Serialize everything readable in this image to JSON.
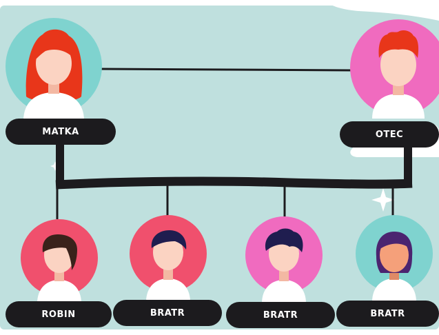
{
  "colors": {
    "background": "#bfe0de",
    "connector": "#1c1b1e",
    "label_bg": "#1c1b1e",
    "label_text": "#ffffff",
    "circle_teal": "#7fd3cf",
    "circle_pink": "#f06bbf",
    "circle_red": "#f0506d",
    "skin_light": "#fbd3c2",
    "skin_tan": "#f5a07a",
    "hair_red": "#e8361a",
    "hair_brown": "#3a221b",
    "hair_navy": "#1f1d4f",
    "hair_purple": "#4b2470",
    "shirt": "#ffffff"
  },
  "parents": [
    {
      "label": "MATKA"
    },
    {
      "label": "OTEC"
    }
  ],
  "children": [
    {
      "label": "ROBIN"
    },
    {
      "label": "BRATR"
    },
    {
      "label": "BRATR"
    },
    {
      "label": "BRATR"
    }
  ]
}
